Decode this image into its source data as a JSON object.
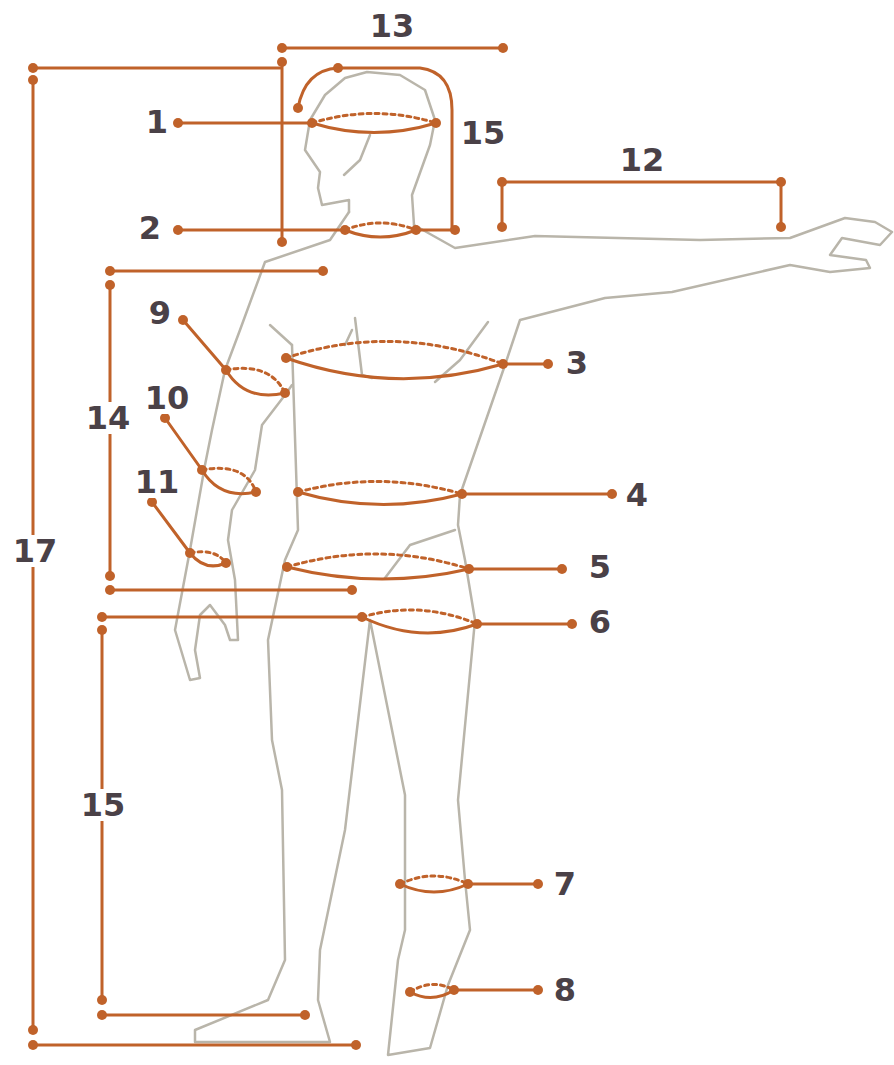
{
  "diagram": {
    "labels": [
      "13",
      "1",
      "15",
      "12",
      "2",
      "9",
      "3",
      "10",
      "14",
      "11",
      "4",
      "17",
      "5",
      "6",
      "15",
      "7",
      "8"
    ]
  }
}
